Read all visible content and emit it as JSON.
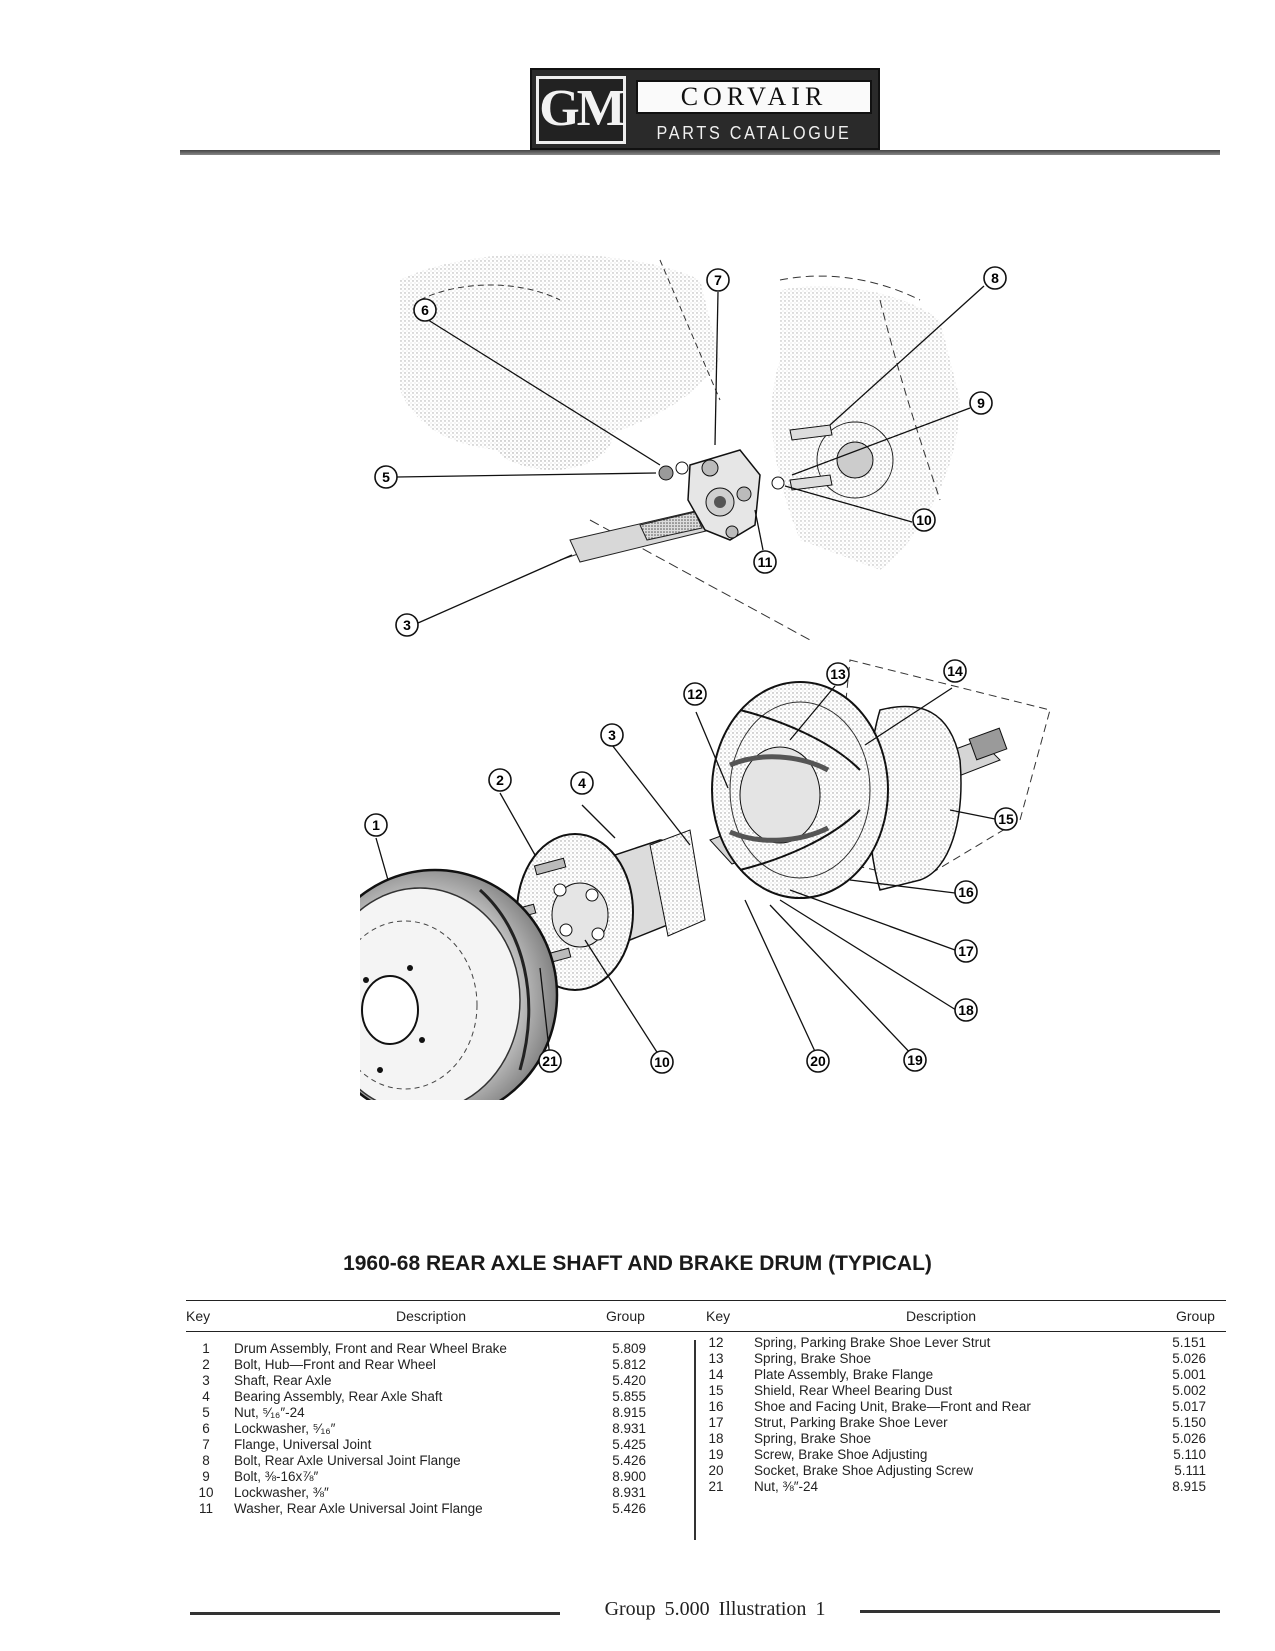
{
  "header": {
    "logo": "GM",
    "brand": "CORVAIR",
    "subtitle": "PARTS CATALOGUE"
  },
  "figure": {
    "upper_callouts": [
      "6",
      "7",
      "8",
      "9",
      "5",
      "10",
      "11",
      "3"
    ],
    "lower_callouts": [
      "13",
      "14",
      "12",
      "3",
      "2",
      "4",
      "15",
      "1",
      "16",
      "17",
      "18",
      "21",
      "10",
      "20",
      "19"
    ]
  },
  "caption": "1960-68 REAR AXLE SHAFT AND BRAKE DRUM (TYPICAL)",
  "table": {
    "headers": {
      "key": "Key",
      "description": "Description",
      "group": "Group"
    },
    "left_rows": [
      {
        "key": "1",
        "description": "Drum Assembly, Front and Rear Wheel Brake",
        "group": "5.809"
      },
      {
        "key": "2",
        "description": "Bolt, Hub—Front and Rear Wheel",
        "group": "5.812"
      },
      {
        "key": "3",
        "description": "Shaft, Rear Axle",
        "group": "5.420"
      },
      {
        "key": "4",
        "description": "Bearing Assembly, Rear Axle Shaft",
        "group": "5.855"
      },
      {
        "key": "5",
        "description": "Nut, ⁵⁄₁₆″-24",
        "group": "8.915"
      },
      {
        "key": "6",
        "description": "Lockwasher, ⁵⁄₁₆″",
        "group": "8.931"
      },
      {
        "key": "7",
        "description": "Flange, Universal Joint",
        "group": "5.425"
      },
      {
        "key": "8",
        "description": "Bolt, Rear Axle Universal Joint Flange",
        "group": "5.426"
      },
      {
        "key": "9",
        "description": "Bolt, ⅜-16x⅞″",
        "group": "8.900"
      },
      {
        "key": "10",
        "description": "Lockwasher, ⅜″",
        "group": "8.931"
      },
      {
        "key": "11",
        "description": "Washer, Rear Axle Universal Joint Flange",
        "group": "5.426"
      }
    ],
    "right_rows": [
      {
        "key": "12",
        "description": "Spring, Parking Brake Shoe Lever Strut",
        "group": "5.151"
      },
      {
        "key": "13",
        "description": "Spring, Brake Shoe",
        "group": "5.026"
      },
      {
        "key": "14",
        "description": "Plate Assembly, Brake Flange",
        "group": "5.001"
      },
      {
        "key": "15",
        "description": "Shield, Rear Wheel Bearing Dust",
        "group": "5.002"
      },
      {
        "key": "16",
        "description": "Shoe and Facing Unit, Brake—Front and Rear",
        "group": "5.017"
      },
      {
        "key": "17",
        "description": "Strut, Parking Brake Shoe Lever",
        "group": "5.150"
      },
      {
        "key": "18",
        "description": "Spring, Brake Shoe",
        "group": "5.026"
      },
      {
        "key": "19",
        "description": "Screw, Brake Shoe Adjusting",
        "group": "5.110"
      },
      {
        "key": "20",
        "description": "Socket, Brake Shoe Adjusting Screw",
        "group": "5.111"
      },
      {
        "key": "21",
        "description": "Nut, ⅜″-24",
        "group": "8.915"
      }
    ]
  },
  "footer": {
    "group_label": "Group",
    "group_number": "5.000",
    "illustration_label": "Illustration",
    "illustration_number": "1"
  }
}
